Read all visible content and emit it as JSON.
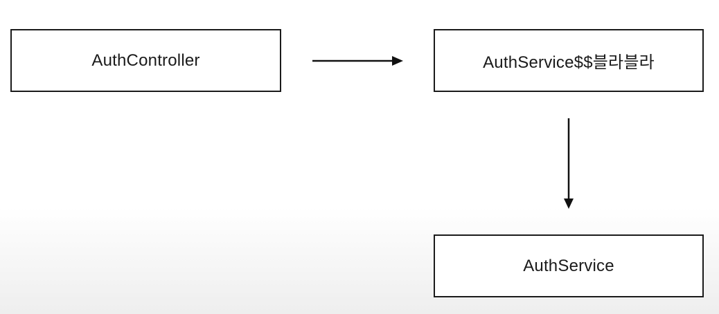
{
  "diagram": {
    "nodes": {
      "controller": {
        "label": "AuthController"
      },
      "proxy": {
        "label": "AuthService$$블라블라"
      },
      "service": {
        "label": "AuthService"
      }
    },
    "edges": [
      {
        "from": "AuthController",
        "to": "AuthService$$블라블라"
      },
      {
        "from": "AuthService$$블라블라",
        "to": "AuthService"
      }
    ]
  }
}
